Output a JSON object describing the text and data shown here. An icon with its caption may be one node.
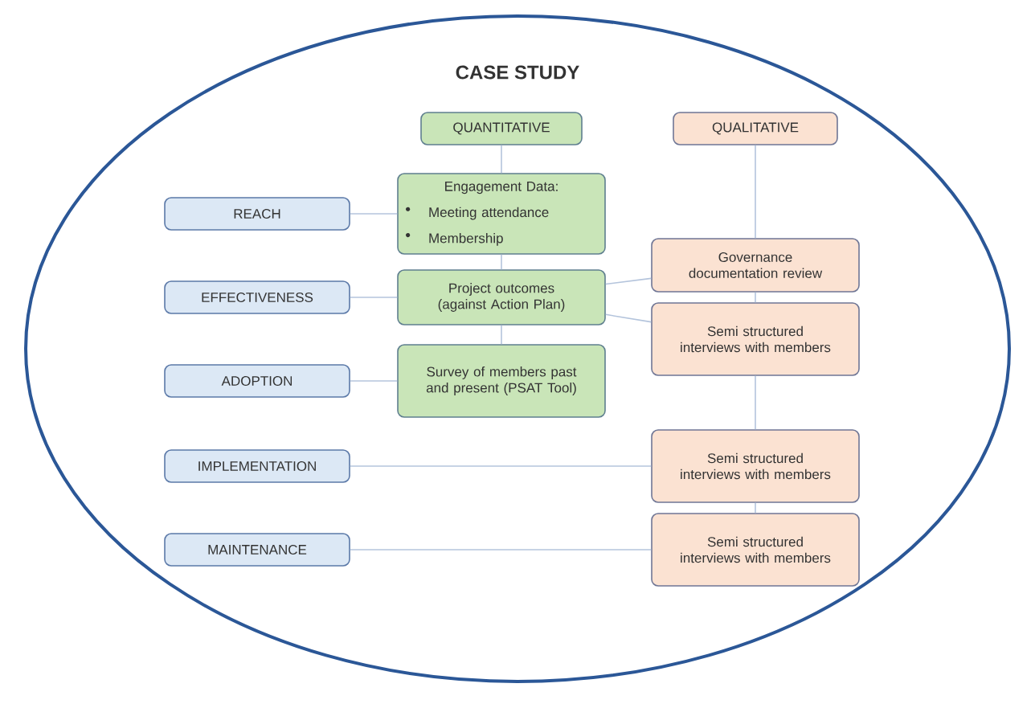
{
  "diagram": {
    "nodes": [
      {
        "text": [
          "CASE STUDY"
        ]
      },
      {
        "text": [
          "QUANTITATIVE"
        ],
        "in": 0
      },
      {
        "text": [
          "QUALITATIVE"
        ],
        "in": 0
      },
      {
        "text": [
          "REACH"
        ],
        "in": 0
      },
      {
        "text": [
          "Engagement Data:",
          "Meeting attendance",
          "Membership"
        ],
        "in": 0
      },
      {
        "text": [
          "EFFECTIVENESS"
        ],
        "in": 0
      },
      {
        "text": [
          "Project outcomes (against Action Plan)"
        ],
        "in": 0
      },
      {
        "text": [
          "Governance documentation review"
        ],
        "in": 0
      },
      {
        "text": [
          "Semi structured interviews with members"
        ],
        "in": 0
      },
      {
        "text": [
          "ADOPTION"
        ],
        "in": 0
      },
      {
        "text": [
          "Survey of members past and present (PSAT Tool)"
        ],
        "in": 0
      },
      {
        "text": [
          "IMPLEMENTATION"
        ],
        "in": 0
      },
      {
        "text": [
          "Semi structured interviews with members"
        ],
        "in": 0
      },
      {
        "text": [
          "MAINTENANCE"
        ],
        "in": 0
      },
      {
        "text": [
          "Semi structured interviews with members"
        ],
        "in": 0
      }
    ],
    "edges": [
      {
        "from": 1,
        "to": 4,
        "arrow": "none"
      },
      {
        "from": 4,
        "to": 6,
        "arrow": "none"
      },
      {
        "from": 6,
        "to": 10,
        "arrow": "none"
      },
      {
        "from": 3,
        "to": 4,
        "arrow": "none"
      },
      {
        "from": 5,
        "to": 6,
        "arrow": "none"
      },
      {
        "from": 9,
        "to": 10,
        "arrow": "none"
      },
      {
        "from": 6,
        "to": 7,
        "arrow": "none"
      },
      {
        "from": 6,
        "to": 8,
        "arrow": "none"
      },
      {
        "from": 2,
        "to": 7,
        "arrow": "none"
      },
      {
        "from": 7,
        "to": 8,
        "arrow": "none"
      },
      {
        "from": 8,
        "to": 12,
        "arrow": "none"
      },
      {
        "from": 12,
        "to": 14,
        "arrow": "none"
      },
      {
        "from": 11,
        "to": 12,
        "arrow": "none"
      },
      {
        "from": 13,
        "to": 14,
        "arrow": "none"
      }
    ]
  }
}
